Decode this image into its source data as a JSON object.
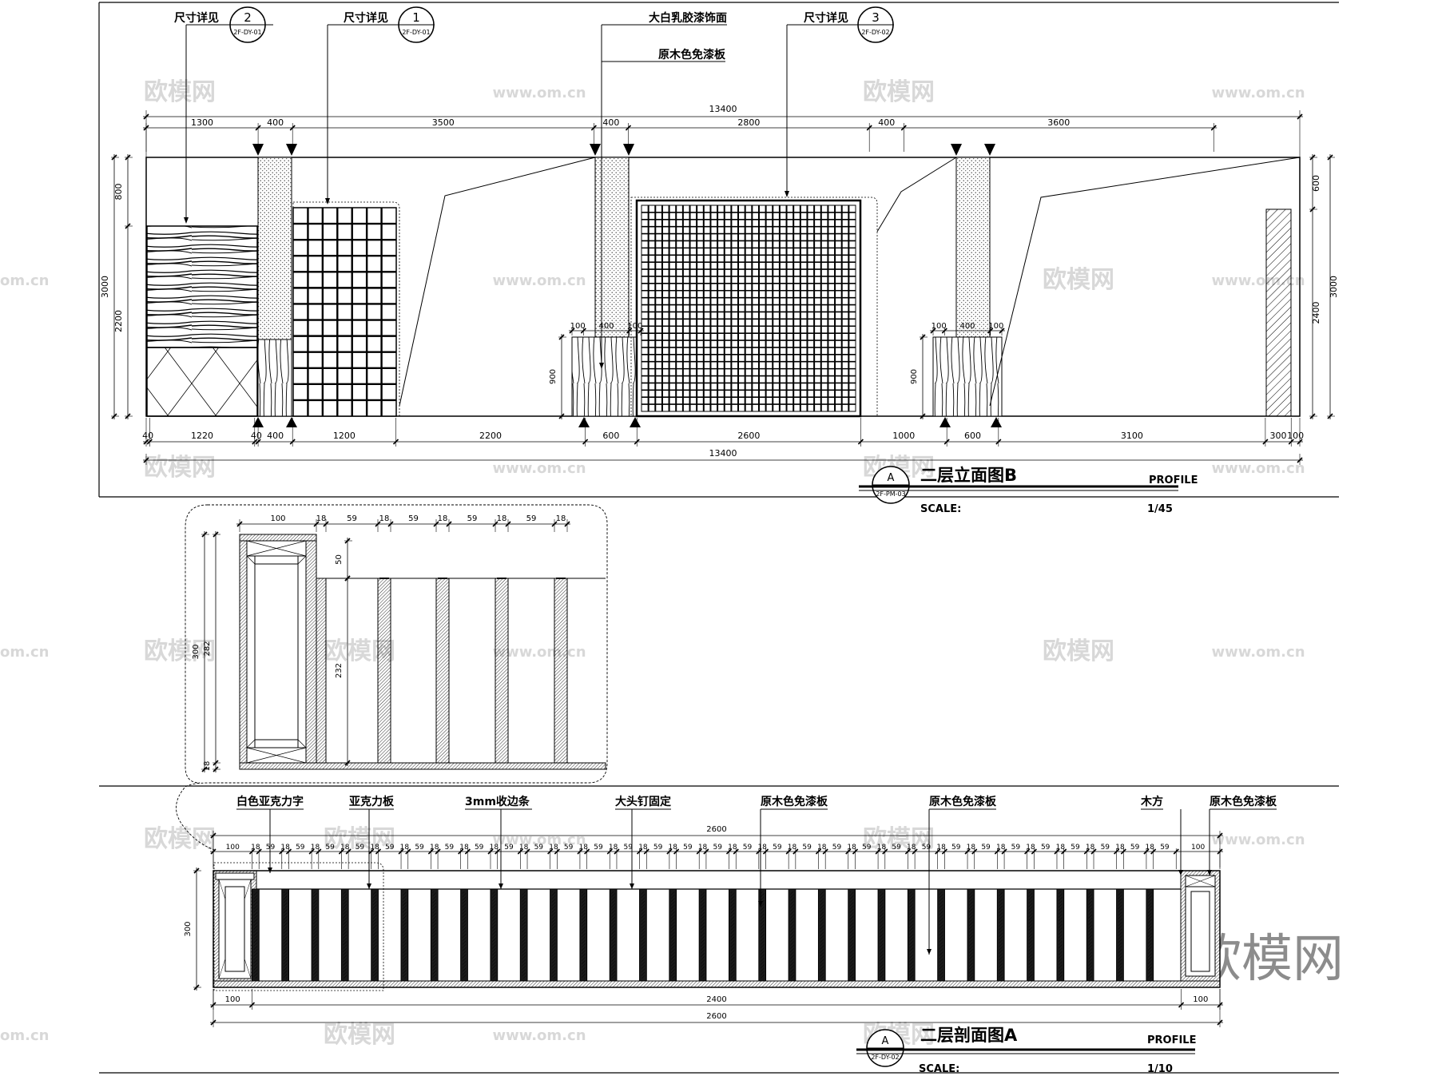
{
  "elevation": {
    "title": "二层立面图B",
    "profile": "PROFILE",
    "scale_label": "SCALE:",
    "scale": "1/45",
    "bubble_letter": "A",
    "bubble_ref": "2F-PM-03",
    "callouts": [
      {
        "text": "尺寸详见",
        "num": "2",
        "ref": "2F-DY-01"
      },
      {
        "text": "尺寸详见",
        "num": "1",
        "ref": "2F-DY-01"
      },
      {
        "text": "尺寸详见",
        "num": "3",
        "ref": "2F-DY-02"
      }
    ],
    "note_paint": "大白乳胶漆饰面",
    "note_panel": "原木色免漆板",
    "top_total": "13400",
    "top_dims": [
      "1300",
      "400",
      "3500",
      "400",
      "2800",
      "400",
      "3600"
    ],
    "bottom_dims": [
      "40",
      "1220",
      "40",
      "400",
      "1200",
      "2200",
      "600",
      "2600",
      "1000",
      "600",
      "3100",
      "300",
      "100"
    ],
    "bottom_total": "13400",
    "left_dims": [
      "800",
      "2200"
    ],
    "left_total": "3000",
    "right_dims": [
      "600",
      "2400"
    ],
    "right_total": "3000",
    "pillar_dims": [
      "100",
      "400",
      "100"
    ],
    "pillar_height": "900"
  },
  "detail": {
    "top_dims": [
      "100",
      "18",
      "59",
      "18",
      "59",
      "18",
      "59",
      "18",
      "59",
      "18"
    ],
    "left_dims": [
      "300",
      "282",
      "18"
    ],
    "inner_dims": [
      "50",
      "232"
    ]
  },
  "section": {
    "title": "二层剖面图A",
    "profile": "PROFILE",
    "scale_label": "SCALE:",
    "scale": "1/10",
    "bubble_letter": "A",
    "bubble_ref": "2F-DY-02",
    "labels": [
      "白色亚克力字",
      "亚克力板",
      "3mm收边条",
      "大头钉固定",
      "原木色免漆板",
      "原木色免漆板",
      "木方",
      "原木色免漆板"
    ],
    "top_total": "2600",
    "top_first": "100",
    "top_last": "100",
    "slat_pair": [
      "18",
      "59"
    ],
    "height": "300",
    "bottom_dims": [
      "100",
      "2400",
      "100"
    ],
    "bottom_total": "2600"
  },
  "watermarks": {
    "brand": "欧模网",
    "url": "www.om.cn",
    "url_cut": "om.cn"
  }
}
